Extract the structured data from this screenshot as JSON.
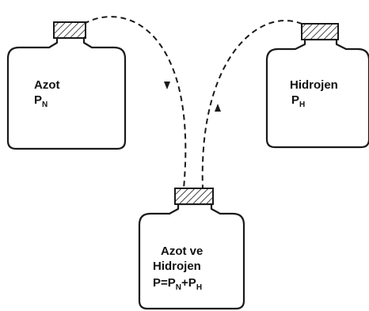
{
  "left_bottle": {
    "name": "Azot",
    "pressure_symbol": "P",
    "pressure_subscript": "N"
  },
  "right_bottle": {
    "name": "Hidrojen",
    "pressure_symbol": "P",
    "pressure_subscript": "H"
  },
  "bottom_bottle": {
    "line1": "Azot ve",
    "line2": "Hidrojen",
    "formula_lhs": "P",
    "formula_eq": "=",
    "formula_p1": "P",
    "formula_p1_sub": "N",
    "formula_plus": "+",
    "formula_p2": "P",
    "formula_p2_sub": "H"
  }
}
